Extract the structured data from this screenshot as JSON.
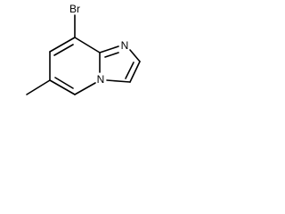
{
  "molecule": {
    "atoms": {
      "bromine": "Br",
      "imidazole_nitrogen": "N",
      "bridgehead_nitrogen": "N"
    },
    "colors": {
      "bond": "#000000",
      "text": "#000000",
      "background": "#ffffff"
    }
  }
}
